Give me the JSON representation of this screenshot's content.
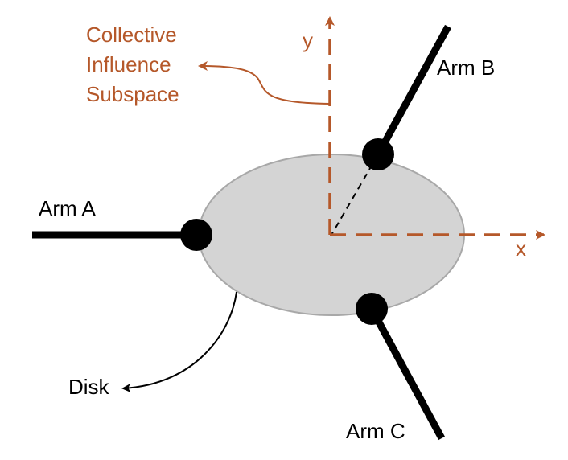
{
  "colors": {
    "accent": "#B5582A",
    "disk_fill": "#D4D4D4",
    "disk_stroke": "#A8A8A8",
    "ink": "#000000"
  },
  "labels": {
    "subspace_lines": [
      "Collective",
      "Influence",
      "Subspace"
    ],
    "arm_a": "Arm A",
    "arm_b": "Arm B",
    "arm_c": "Arm C",
    "disk": "Disk",
    "axis_x": "x",
    "axis_y": "y"
  }
}
